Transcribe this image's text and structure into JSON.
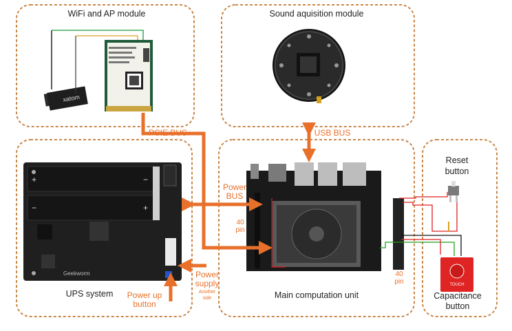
{
  "modules": {
    "wifi": "WiFi and AP module",
    "sound": "Sound aquisition module",
    "ups": "UPS system",
    "main": "Main computation unit",
    "reset": [
      "Reset",
      "button"
    ],
    "capacitance": [
      "Capacitance",
      "button"
    ]
  },
  "buses": {
    "pcie": "PCIE BUS",
    "usb": "USB BUS",
    "power": [
      "Power",
      "BUS"
    ]
  },
  "labels": {
    "pin_left": [
      "40",
      "pin"
    ],
    "pin_right": [
      "40",
      "pin"
    ],
    "power_supply": [
      "Power",
      "supply"
    ],
    "another_side": [
      "Another",
      "side"
    ],
    "power_up": [
      "Power up",
      "button"
    ]
  },
  "board_text": {
    "antenna_brand": "xatom",
    "ups_brand": "Geekworm",
    "touch": "TOUCH"
  },
  "colors": {
    "module_border": "#c9874a",
    "bus_arrow": "#e8702a",
    "wire_red": "#e02020",
    "wire_green": "#1fa01f",
    "wire_black": "#111111"
  }
}
